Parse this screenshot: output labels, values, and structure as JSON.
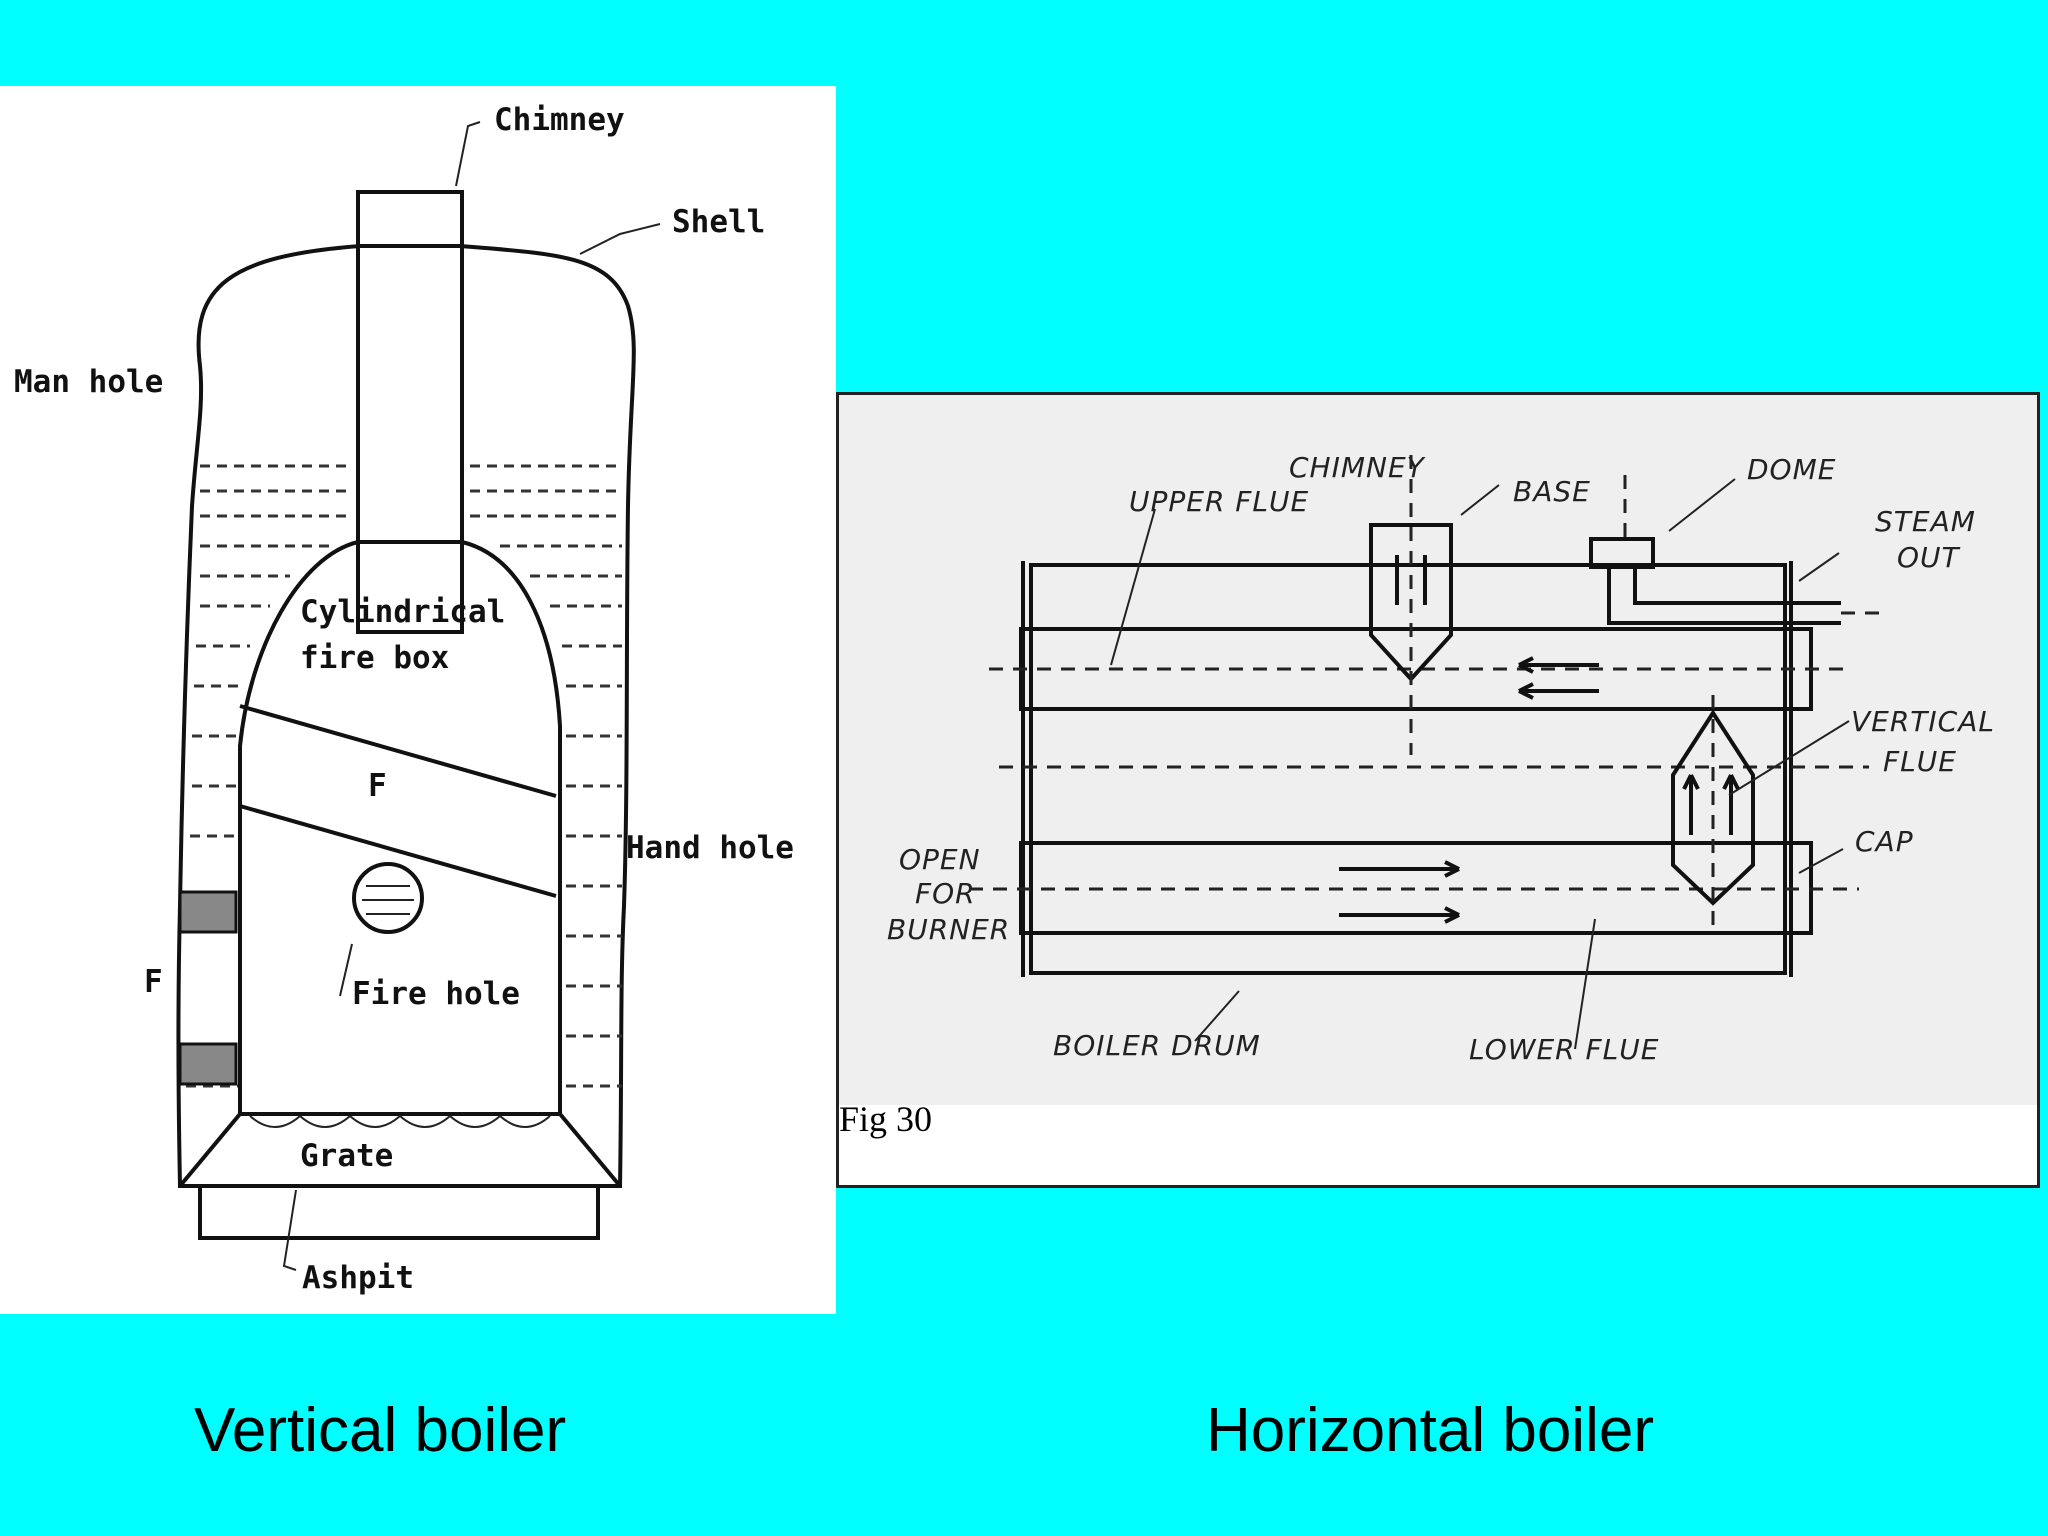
{
  "background_color": "#00FFFF",
  "vertical_boiler": {
    "caption": "Vertical boiler",
    "labels": {
      "chimney": "Chimney",
      "shell": "Shell",
      "man_hole": "Man hole",
      "cylindrical": "Cylindrical",
      "fire_box": "fire box",
      "f_center": "F",
      "f_left": "F",
      "hand_hole": "Hand hole",
      "fire_hole": "Fire hole",
      "grate": "Grate",
      "ashpit": "Ashpit"
    }
  },
  "horizontal_boiler": {
    "caption": "Horizontal boiler",
    "figure_label": "Fig 30",
    "labels": {
      "chimney": "CHIMNEY",
      "base": "BASE",
      "dome": "DOME",
      "upper_flue": "UPPER FLUE",
      "steam": "STEAM",
      "out": "OUT",
      "vertical": "VERTICAL",
      "flue": "FLUE",
      "cap": "CAP",
      "open": "OPEN",
      "for": "FOR",
      "burner": "BURNER",
      "boiler_drum": "BOILER DRUM",
      "lower_flue": "LOWER FLUE"
    }
  }
}
